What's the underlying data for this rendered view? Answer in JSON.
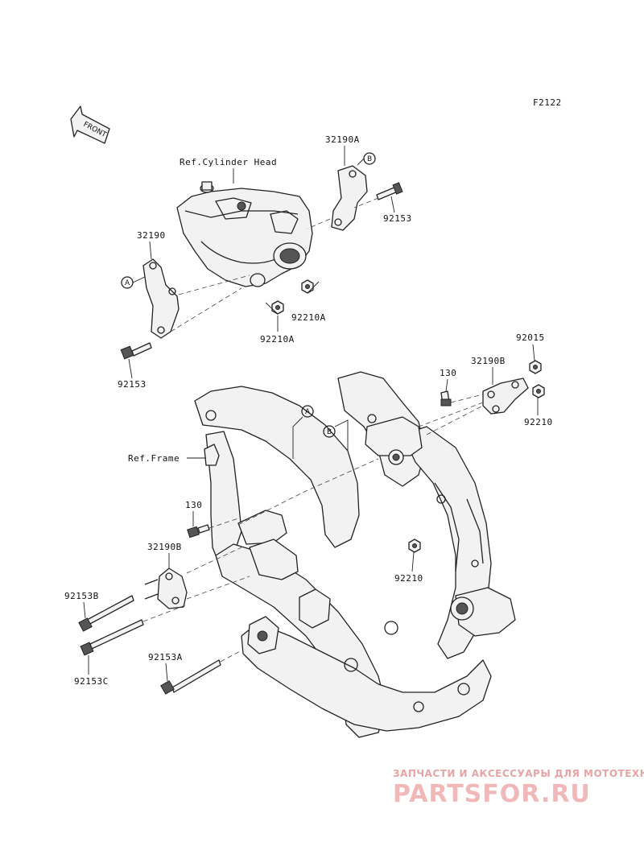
{
  "figure_code": "F2122",
  "front_label": "FRONT",
  "refs": {
    "cylinder_head": "Ref.Cylinder Head",
    "frame": "Ref.Frame"
  },
  "circle_markers": {
    "a": "A",
    "b": "B"
  },
  "parts": {
    "p32190A": "32190A",
    "p32190": "32190",
    "p92153_top": "92153",
    "p92153_left": "92153",
    "p92210A_1": "92210A",
    "p92210A_2": "92210A",
    "p130_top": "130",
    "p32190B_top": "32190B",
    "p92015": "92015",
    "p92210_top": "92210",
    "p130_mid": "130",
    "p32190B_mid": "32190B",
    "p92210_mid": "92210",
    "p92153B": "92153B",
    "p92153C": "92153C",
    "p92153A": "92153A"
  },
  "watermark": {
    "line1": "ЗАПЧАСТИ И АКСЕССУАРЫ ДЛЯ МОТОТЕХНИКИ",
    "line2": "PARTSFOR.RU"
  }
}
